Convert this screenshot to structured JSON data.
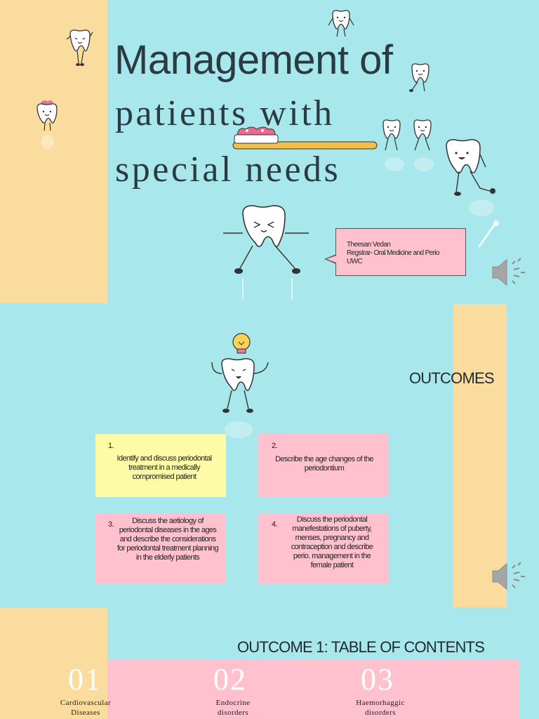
{
  "slide1": {
    "title": {
      "line1": "Management of",
      "line2": "patients with",
      "line3": "special needs"
    },
    "author": {
      "name": "Theesan Vedan",
      "role": "Regstrar- Oral Medicine and Perio",
      "institution": "UWC"
    }
  },
  "slide2": {
    "heading": "OUTCOMES",
    "cards": [
      {
        "number": "1.",
        "text": "Identify and discuss periodontal treatment in a medically compromised patient",
        "color": "#fdfba5"
      },
      {
        "number": "2.",
        "text": "Describe the age changes of the periodontium",
        "color": "#ffc1cd"
      },
      {
        "number": "3.",
        "text": "Discuss the aetiology of periodontal diseases in the ages and describe the considerations for periodontal treatment planning in the elderly patients",
        "color": "#ffc1cd"
      },
      {
        "number": "4.",
        "text": "Discuss the periodontal manefestations of puberty, menses, pregnancy and contraception and describe perio. management in the female patient",
        "color": "#ffc1cd"
      }
    ]
  },
  "slide3": {
    "heading": "OUTCOME 1: TABLE OF CONTENTS",
    "items": [
      {
        "number": "01",
        "label_line1": "Cardiovascular",
        "label_line2": "Diseases"
      },
      {
        "number": "02",
        "label_line1": "Endocrine",
        "label_line2": "disorders"
      },
      {
        "number": "03",
        "label_line1": "Haemorhaggic",
        "label_line2": "disorders"
      }
    ]
  },
  "icons": {
    "audio": "speaker-icon",
    "mascot": "tooth-mascot-icon",
    "brush": "toothbrush-icon",
    "idea": "lightbulb-icon"
  },
  "colors": {
    "background": "#a8e7ec",
    "strip": "#fbdc9f",
    "pink": "#ffc1cd",
    "yellow": "#fdfba5",
    "text": "#2a3b42"
  }
}
